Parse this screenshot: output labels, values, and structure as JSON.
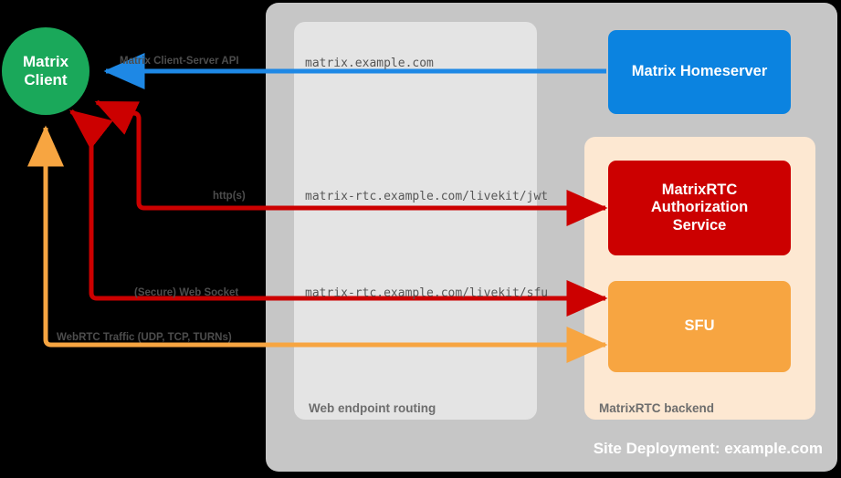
{
  "diagram": {
    "title": "Site Deployment: example.com",
    "background": "#000000"
  },
  "nodes": {
    "client": {
      "name": "Matrix Client",
      "line1": "Matrix",
      "line2": "Client",
      "color": "#1aa85a",
      "shape": "circle"
    },
    "homeserver": {
      "label": "Matrix Homeserver",
      "color": "#0b83e0",
      "shape": "rounded-rect"
    },
    "auth": {
      "line1": "MatrixRTC",
      "line2": "Authorization",
      "line3": "Service",
      "color": "#cc0000",
      "shape": "rounded-rect"
    },
    "sfu": {
      "label": "SFU",
      "color": "#f7a541",
      "shape": "rounded-rect"
    }
  },
  "groups": {
    "outer": {
      "label": "Site Deployment: example.com",
      "color": "#c6c6c6"
    },
    "routing": {
      "label": "Web endpoint routing",
      "color": "#e4e4e4"
    },
    "backend": {
      "label": "MatrixRTC backend",
      "color": "#fde8d2"
    }
  },
  "endpoints": {
    "matrix": "matrix.example.com",
    "jwt": "matrix-rtc.example.com/livekit/jwt",
    "sfu": "matrix-rtc.example.com/livekit/sfu"
  },
  "edges": [
    {
      "id": "client-server-api",
      "label": "Matrix Client-Server API",
      "color": "#1e88e5",
      "from": "Matrix Homeserver",
      "to": "Matrix Client",
      "endpoint": "matrix.example.com"
    },
    {
      "id": "http-auth",
      "label": "http(s)",
      "color": "#cc0000",
      "from": "Matrix Client",
      "to": "MatrixRTC Authorization Service",
      "endpoint": "matrix-rtc.example.com/livekit/jwt"
    },
    {
      "id": "websocket-sfu",
      "label": "(Secure) Web Socket",
      "color": "#cc0000",
      "from": "Matrix Client",
      "to": "SFU",
      "endpoint": "matrix-rtc.example.com/livekit/sfu"
    },
    {
      "id": "webrtc-traffic",
      "label": "WebRTC Traffic (UDP, TCP, TURNs)",
      "color": "#f7a541",
      "from": "Matrix Client",
      "to": "SFU",
      "endpoint": ""
    }
  ]
}
